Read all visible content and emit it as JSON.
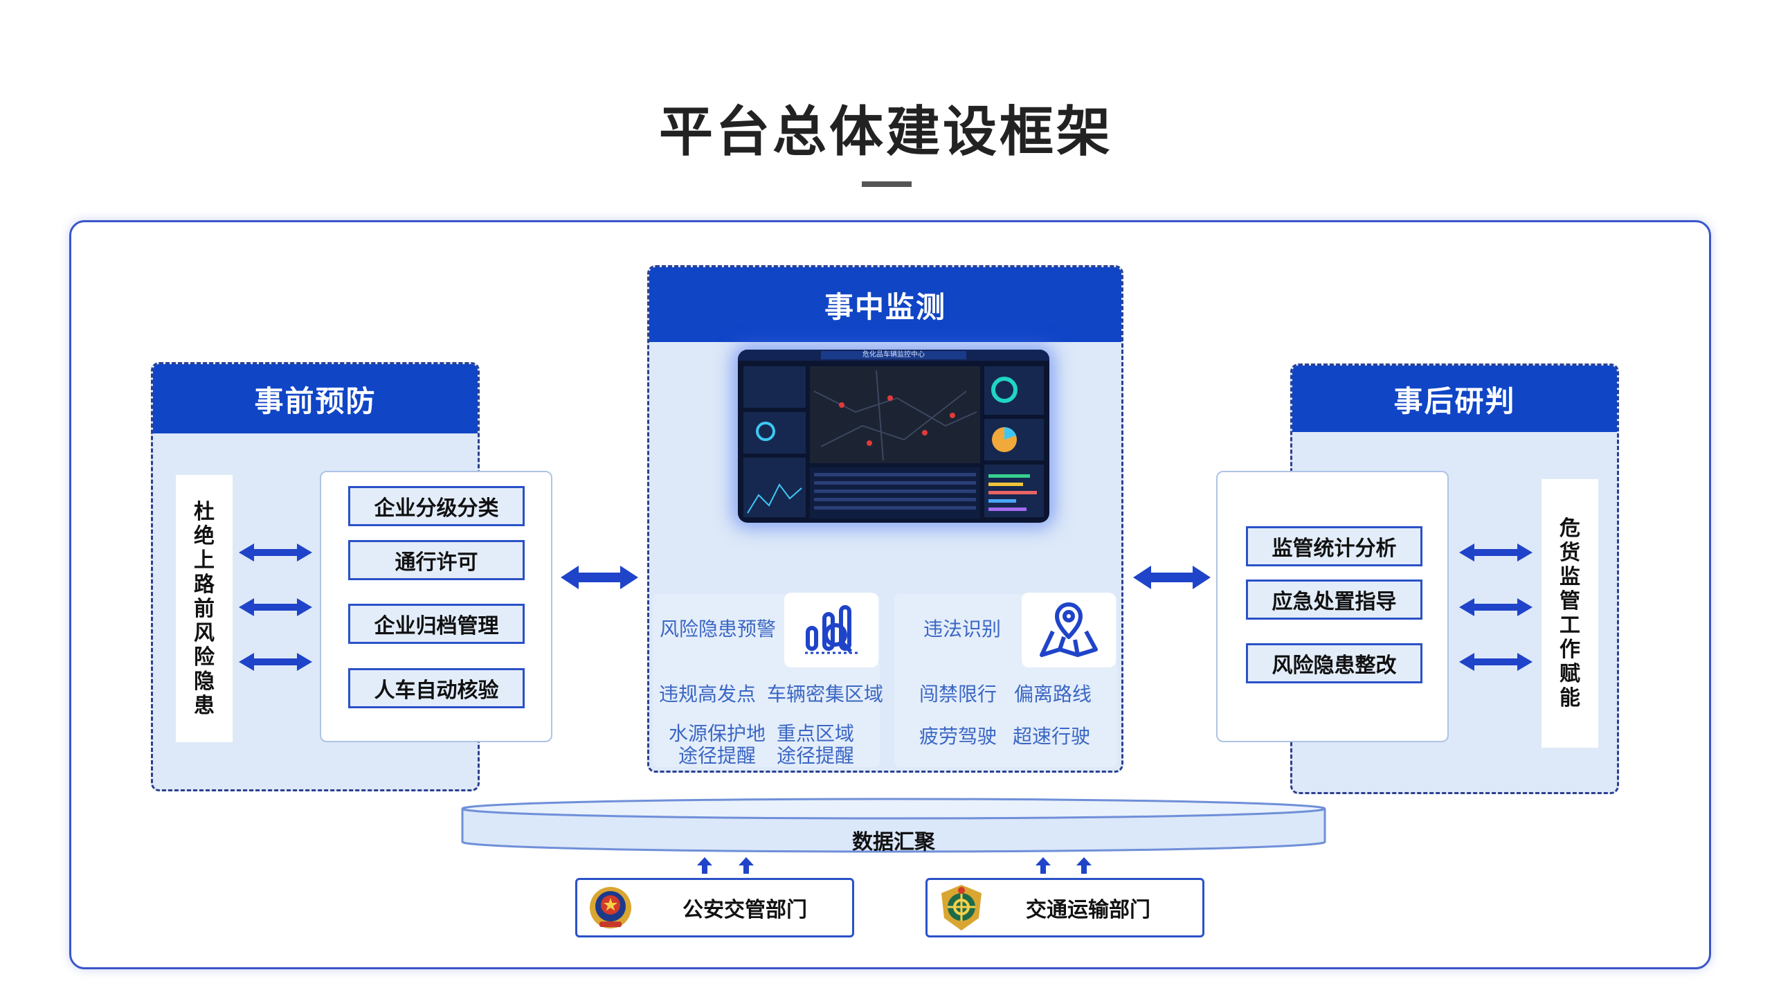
{
  "title": "平台总体建设框架",
  "colors": {
    "primary_blue": "#1045c6",
    "panel_fill": "#dde9f8",
    "feature_text": "#3b66c4",
    "frame_border": "#3a56c7"
  },
  "pre_event": {
    "header": "事前预防",
    "side_label": [
      "杜",
      "绝",
      "上",
      "路",
      "前",
      "风",
      "险",
      "隐",
      "患"
    ],
    "items": [
      "企业分级分类",
      "通行许可",
      "企业归档管理",
      "人车自动核验"
    ]
  },
  "mid_event": {
    "header": "事中监测",
    "dashboard": {
      "title": "危化品车辆监控中心",
      "icon": "dashboard-screenshot"
    },
    "left_card": {
      "title": "风险隐患预警",
      "icon": "chart-search-icon",
      "items": [
        "违规高发点",
        "车辆密集区域"
      ],
      "items2": [
        [
          "水源保护地",
          "途径提醒"
        ],
        [
          "重点区域",
          "途径提醒"
        ]
      ]
    },
    "right_card": {
      "title": "违法识别",
      "icon": "map-pin-icon",
      "items": [
        "闯禁限行",
        "偏离路线"
      ],
      "items2": [
        "疲劳驾驶",
        "超速行驶"
      ]
    }
  },
  "post_event": {
    "header": "事后研判",
    "side_label": [
      "危",
      "货",
      "监",
      "管",
      "工",
      "作",
      "赋",
      "能"
    ],
    "items": [
      "监管统计分析",
      "应急处置指导",
      "风险隐患整改"
    ]
  },
  "data_hub": {
    "label": "数据汇聚"
  },
  "departments": [
    {
      "label": "公安交管部门",
      "icon": "police-emblem-icon"
    },
    {
      "label": "交通运输部门",
      "icon": "transport-emblem-icon"
    }
  ]
}
